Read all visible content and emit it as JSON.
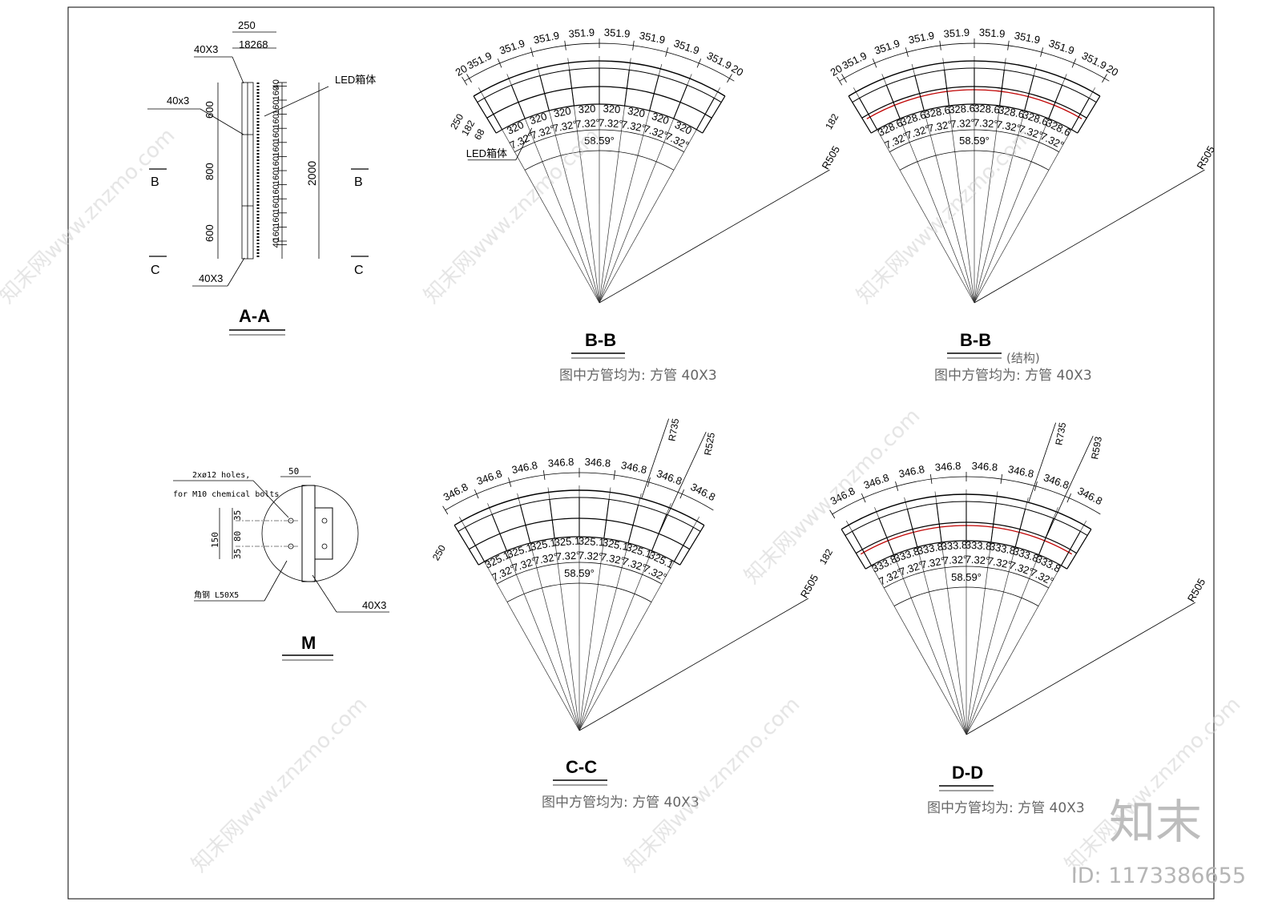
{
  "sections": {
    "aa": {
      "title": "A-A",
      "dims_top": [
        "250",
        "182",
        "68"
      ],
      "tube_top": "40X3",
      "tube_mid": "40x3",
      "tube_bot": "40X3",
      "led": "LED箱体",
      "left_dims": [
        "600",
        "800",
        "600"
      ],
      "right_dims": [
        "40",
        "160",
        "160",
        "160",
        "160",
        "160",
        "160",
        "160",
        "160",
        "160",
        "160",
        "160",
        "40"
      ],
      "total": "2000",
      "cut_b": "B",
      "cut_c": "C"
    },
    "bb": {
      "title": "B-B",
      "note": "图中方管均为: 方管 40X3",
      "arc_dims": [
        "20",
        "351.9",
        "351.9",
        "351.9",
        "351.9",
        "351.9",
        "351.9",
        "351.9",
        "351.9",
        "20"
      ],
      "inner_dims": [
        "320",
        "320",
        "320",
        "320",
        "320",
        "320",
        "320",
        "320"
      ],
      "angles": [
        "7.32°",
        "7.32°",
        "7.32°",
        "7.32°",
        "7.32°",
        "7.32°",
        "7.32°",
        "7.32°"
      ],
      "total_angle": "58.59°",
      "radius": "R505",
      "side_dims": [
        "250",
        "182",
        "68"
      ],
      "led": "LED箱体"
    },
    "bb_struct": {
      "title": "B-B",
      "subtitle": "(结构)",
      "note": "图中方管均为: 方管 40X3",
      "arc_dims": [
        "20",
        "351.9",
        "351.9",
        "351.9",
        "351.9",
        "351.9",
        "351.9",
        "351.9",
        "351.9",
        "20"
      ],
      "inner_dims": [
        "328.6",
        "328.6",
        "328.6",
        "328.6",
        "328.6",
        "328.6",
        "328.6",
        "328.6"
      ],
      "angles": [
        "7.32°",
        "7.32°",
        "7.32°",
        "7.32°",
        "7.32°",
        "7.32°",
        "7.32°",
        "7.32°"
      ],
      "total_angle": "58.59°",
      "radius": "R505",
      "side_dim": "182"
    },
    "cc": {
      "title": "C-C",
      "note": "图中方管均为: 方管 40X3",
      "arc_dims": [
        "346.8",
        "346.8",
        "346.8",
        "346.8",
        "346.8",
        "346.8",
        "346.8",
        "346.8"
      ],
      "inner_dims": [
        "325.1",
        "325.1",
        "325.1",
        "325.1",
        "325.1",
        "325.1",
        "325.1",
        "325.1"
      ],
      "angles": [
        "7.32°",
        "7.32°",
        "7.32°",
        "7.32°",
        "7.32°",
        "7.32°",
        "7.32°",
        "7.32°"
      ],
      "total_angle": "58.59°",
      "radius": "R505",
      "r_outer": "R735",
      "r_inner": "R525",
      "side_dim": "250"
    },
    "dd": {
      "title": "D-D",
      "note": "图中方管均为: 方管 40X3",
      "arc_dims": [
        "346.8",
        "346.8",
        "346.8",
        "346.8",
        "346.8",
        "346.8",
        "346.8",
        "346.8"
      ],
      "inner_dims": [
        "333.8",
        "333.8",
        "333.8",
        "333.8",
        "333.8",
        "333.8",
        "333.8",
        "333.8"
      ],
      "angles": [
        "7.32°",
        "7.32°",
        "7.32°",
        "7.32°",
        "7.32°",
        "7.32°",
        "7.32°",
        "7.32°"
      ],
      "total_angle": "58.59°",
      "radius": "R505",
      "r_outer": "R735",
      "r_inner": "R593",
      "side_dim": "182"
    },
    "m": {
      "title": "M",
      "holes_line1": "2xø12 holes,",
      "holes_line2": "for M10 chemical bolts",
      "dim_top": "50",
      "dims_v": [
        "35",
        "80",
        "35"
      ],
      "dim_total": "150",
      "angle_steel": "角钢 L50X5",
      "tube": "40X3"
    }
  },
  "watermark": {
    "brand": "知末网www.znzmo.com",
    "logo": "知末",
    "id": "ID: 1173386655"
  }
}
